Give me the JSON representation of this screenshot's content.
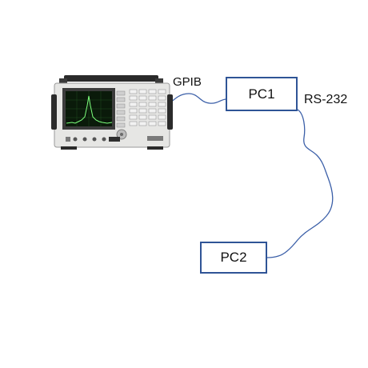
{
  "diagram": {
    "nodes": {
      "pc1": {
        "label": "PC1"
      },
      "pc2": {
        "label": "PC2"
      }
    },
    "edges": {
      "instrument_to_pc1": {
        "label": "GPIB"
      },
      "pc1_to_pc2": {
        "label": "RS-232"
      }
    },
    "instrument": {
      "icon": "spectrum-analyzer-icon"
    },
    "colors": {
      "box_border": "#2f5496",
      "cable": "#3b5fa8",
      "text": "#111111"
    }
  }
}
